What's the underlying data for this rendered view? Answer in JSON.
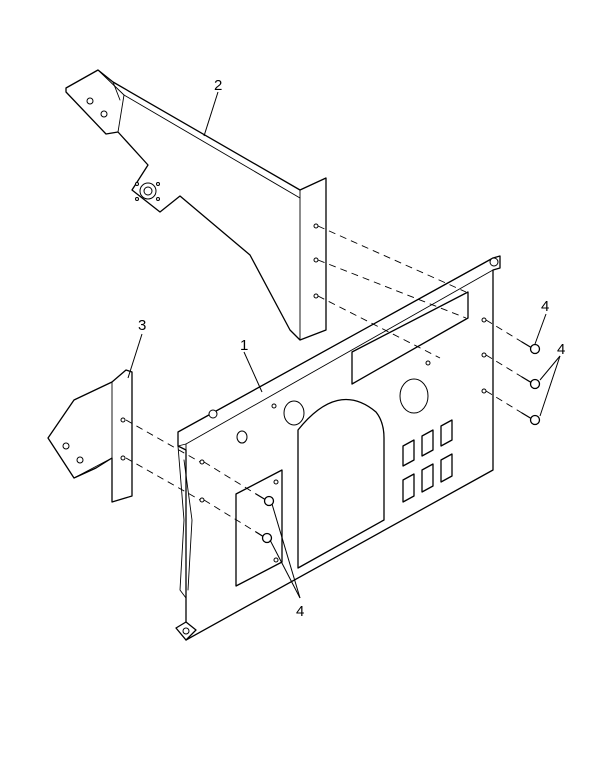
{
  "callouts": {
    "item_1": "1",
    "item_2": "2",
    "item_3": "3",
    "item_4_top": "4",
    "item_4_right": "4",
    "item_4_bottom": "4"
  },
  "colors": {
    "line": "#000000",
    "background": "#ffffff"
  }
}
